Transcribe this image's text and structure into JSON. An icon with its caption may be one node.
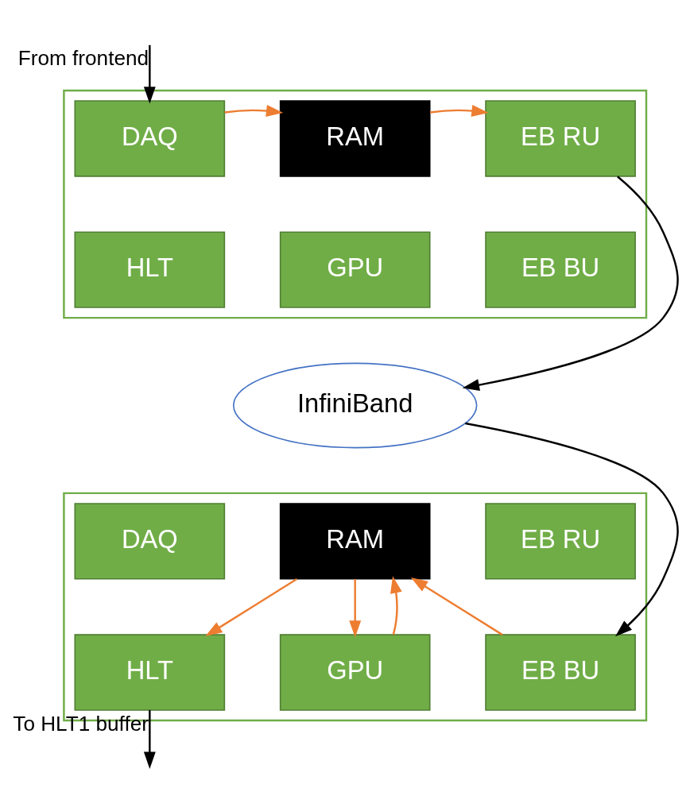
{
  "diagram": {
    "nodes": [
      {
        "text": [],
        "shape": "box"
      },
      {
        "text": [
          "DAQ"
        ],
        "in": 0
      },
      {
        "text": [
          "RAM"
        ],
        "in": 0
      },
      {
        "text": [
          "EB RU"
        ],
        "in": 0
      },
      {
        "text": [
          "HLT"
        ],
        "in": 0
      },
      {
        "text": [
          "GPU"
        ],
        "in": 0
      },
      {
        "text": [
          "EB BU"
        ],
        "in": 0
      },
      {
        "text": [
          "InfiniBand"
        ]
      },
      {
        "text": [],
        "shape": "box"
      },
      {
        "text": [
          "DAQ"
        ],
        "in": 8
      },
      {
        "text": [
          "RAM"
        ],
        "in": 8
      },
      {
        "text": [
          "EB RU"
        ],
        "in": 8
      },
      {
        "text": [
          "HLT"
        ],
        "in": 8
      },
      {
        "text": [
          "GPU"
        ],
        "in": 8
      },
      {
        "text": [
          "EB BU"
        ],
        "in": 8
      }
    ],
    "edges": [
      {
        "from": null,
        "to": 1,
        "arrow": "to",
        "label": "From frontend",
        "color": "#000000"
      },
      {
        "from": 1,
        "to": 2,
        "arrow": "to"
      },
      {
        "from": 2,
        "to": 3,
        "arrow": "to"
      },
      {
        "from": 3,
        "to": 7,
        "arrow": "to",
        "color": "#000000"
      },
      {
        "from": 7,
        "to": 14,
        "arrow": "to",
        "color": "#000000"
      },
      {
        "from": 10,
        "to": 12,
        "arrow": "to"
      },
      {
        "from": 10,
        "to": 13,
        "arrow": "to"
      },
      {
        "from": 13,
        "to": 10,
        "arrow": "to"
      },
      {
        "from": 14,
        "to": 10,
        "arrow": "to"
      },
      {
        "from": 12,
        "to": null,
        "arrow": "to",
        "label": "To HLT1 buffer",
        "color": "#000000"
      }
    ]
  }
}
